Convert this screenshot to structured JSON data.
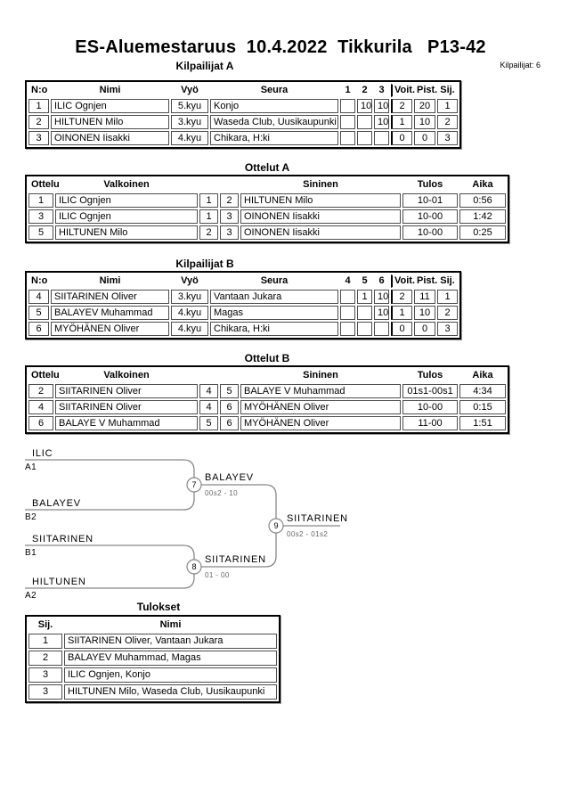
{
  "page": {
    "title": "ES-Aluemestaruus  10.4.2022  Tikkurila   P13-42",
    "competitors_total": "Kilpailijat: 6"
  },
  "pool_a": {
    "heading": "Kilpailijat A",
    "headers": [
      "N:o",
      "Nimi",
      "Vyö",
      "Seura",
      "1",
      "2",
      "3",
      "Voit.",
      "Pist.",
      "Sij."
    ],
    "rows": [
      [
        "1",
        "ILIC Ognjen",
        "5.kyu",
        "Konjo",
        "",
        "10",
        "10",
        "2",
        "20",
        "1"
      ],
      [
        "2",
        "HILTUNEN Milo",
        "3.kyu",
        "Waseda Club, Uusikaupunki",
        "",
        "",
        "10",
        "1",
        "10",
        "2"
      ],
      [
        "3",
        "OINONEN Iisakki",
        "4.kyu",
        "Chikara, H:ki",
        "",
        "",
        "",
        "0",
        "0",
        "3"
      ]
    ]
  },
  "matches_a": {
    "heading": "Ottelut A",
    "headers": [
      "Ottelu",
      "Valkoinen",
      "",
      "",
      "Sininen",
      "Tulos",
      "Aika"
    ],
    "rows": [
      [
        "1",
        "ILIC Ognjen",
        "1",
        "2",
        "HILTUNEN Milo",
        "10-01",
        "0:56"
      ],
      [
        "3",
        "ILIC Ognjen",
        "1",
        "3",
        "OINONEN Iisakki",
        "10-00",
        "1:42"
      ],
      [
        "5",
        "HILTUNEN Milo",
        "2",
        "3",
        "OINONEN Iisakki",
        "10-00",
        "0:25"
      ]
    ]
  },
  "pool_b": {
    "heading": "Kilpailijat B",
    "headers": [
      "N:o",
      "Nimi",
      "Vyö",
      "Seura",
      "4",
      "5",
      "6",
      "Voit.",
      "Pist.",
      "Sij."
    ],
    "rows": [
      [
        "4",
        "SIITARINEN Oliver",
        "3.kyu",
        "Vantaan Jukara",
        "",
        "1",
        "10",
        "2",
        "11",
        "1"
      ],
      [
        "5",
        "BALAYEV Muhammad",
        "4.kyu",
        "Magas",
        "",
        "",
        "10",
        "1",
        "10",
        "2"
      ],
      [
        "6",
        "MYÖHÄNEN Oliver",
        "4.kyu",
        "Chikara, H:ki",
        "",
        "",
        "",
        "0",
        "0",
        "3"
      ]
    ]
  },
  "matches_b": {
    "heading": "Ottelut B",
    "headers": [
      "Ottelu",
      "Valkoinen",
      "",
      "",
      "Sininen",
      "Tulos",
      "Aika"
    ],
    "rows": [
      [
        "2",
        "SIITARINEN Oliver",
        "4",
        "5",
        "BALAYE V Muhammad",
        "01s1-00s1",
        "4:34"
      ],
      [
        "4",
        "SIITARINEN Oliver",
        "4",
        "6",
        "MYÖHÄNEN Oliver",
        "10-00",
        "0:15"
      ],
      [
        "6",
        "BALAYE V Muhammad",
        "5",
        "6",
        "MYÖHÄNEN Oliver",
        "11-00",
        "1:51"
      ]
    ]
  },
  "bracket": {
    "semifinal_1": {
      "match_no": "7",
      "top_name": "ILIC",
      "top_seed": "A1",
      "bottom_name": "BALAYEV",
      "bottom_seed": "B2",
      "winner": "BALAYEV",
      "score": "00s2 - 10"
    },
    "semifinal_2": {
      "match_no": "8",
      "top_name": "SIITARINEN",
      "top_seed": "B1",
      "bottom_name": "HILTUNEN",
      "bottom_seed": "A2",
      "winner": "SIITARINEN",
      "score": "01 - 00"
    },
    "final": {
      "match_no": "9",
      "winner": "SIITARINEN",
      "score": "00s2 - 01s2"
    }
  },
  "results": {
    "heading": "Tulokset",
    "headers": [
      "Sij.",
      "Nimi"
    ],
    "rows": [
      [
        "1",
        "SIITARINEN Oliver, Vantaan Jukara"
      ],
      [
        "2",
        "BALAYEV Muhammad, Magas"
      ],
      [
        "3",
        "ILIC Ognjen, Konjo"
      ],
      [
        "3",
        "HILTUNEN Milo, Waseda Club, Uusikaupunki"
      ]
    ]
  },
  "colors": {
    "background": "#ffffff",
    "text": "#000000",
    "table_outer_border": "#000000",
    "table_cell_border": "#4d4d4d",
    "bracket_line": "#888888",
    "bracket_score_text": "#666666"
  }
}
